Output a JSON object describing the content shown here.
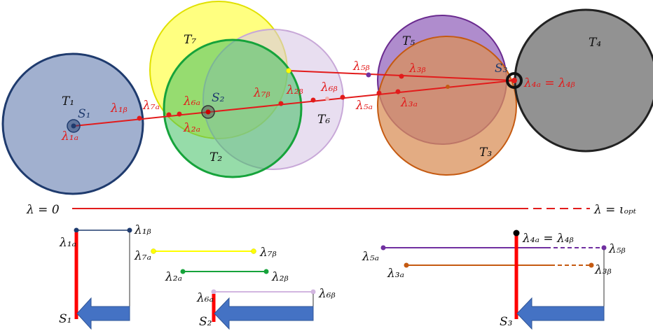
{
  "diagram": {
    "regions": [
      {
        "id": "T1",
        "label": "T₁",
        "fill": "#8196bf",
        "stroke": "#1f3b6e"
      },
      {
        "id": "T7",
        "label": "T₇",
        "fill": "#ffff66",
        "stroke": "#e2e200"
      },
      {
        "id": "T6",
        "label": "T₆",
        "fill": "#d9c8e6",
        "stroke": "#c8a8d8"
      },
      {
        "id": "T2",
        "label": "T₂",
        "fill": "#5fcf7f",
        "stroke": "#16a33b"
      },
      {
        "id": "T5",
        "label": "T₅",
        "fill": "#a982c4",
        "stroke": "#6a2a8f"
      },
      {
        "id": "T3",
        "label": "T₃",
        "fill": "#e0a477",
        "stroke": "#c55a11"
      },
      {
        "id": "T4",
        "label": "T₄",
        "fill": "#8c8c8c",
        "stroke": "#222222"
      }
    ],
    "stations": {
      "s1": "S₁",
      "s2": "S₂",
      "s3": "S₃"
    },
    "params": {
      "l1a": "λ₁ₐ",
      "l1b": "λ₁ᵦ",
      "l7a": "λ₇ₐ",
      "l7b": "λ₇ᵦ",
      "l6a": "λ₆ₐ",
      "l6b": "λ₆ᵦ",
      "l2a": "λ₂ₐ",
      "l2b": "λ₂ᵦ",
      "l5a": "λ₅ₐ",
      "l5b": "λ₅ᵦ",
      "l3a": "λ₃ₐ",
      "l3b": "λ₃ᵦ",
      "l4a_eq_l4b": "λ₄ₐ = λ₄ᵦ"
    },
    "lambda_axis": {
      "start": "λ = 0",
      "end": "λ = ιₒₚₜ"
    },
    "colors": {
      "path_red": "#e21b1b",
      "arrow_blue": "#4472c4",
      "navy": "#1f3b6e",
      "yellow": "#ffff00",
      "green": "#16a33b",
      "lilac": "#d2b6e0",
      "purple": "#7030a0",
      "orange": "#c55a11"
    }
  }
}
